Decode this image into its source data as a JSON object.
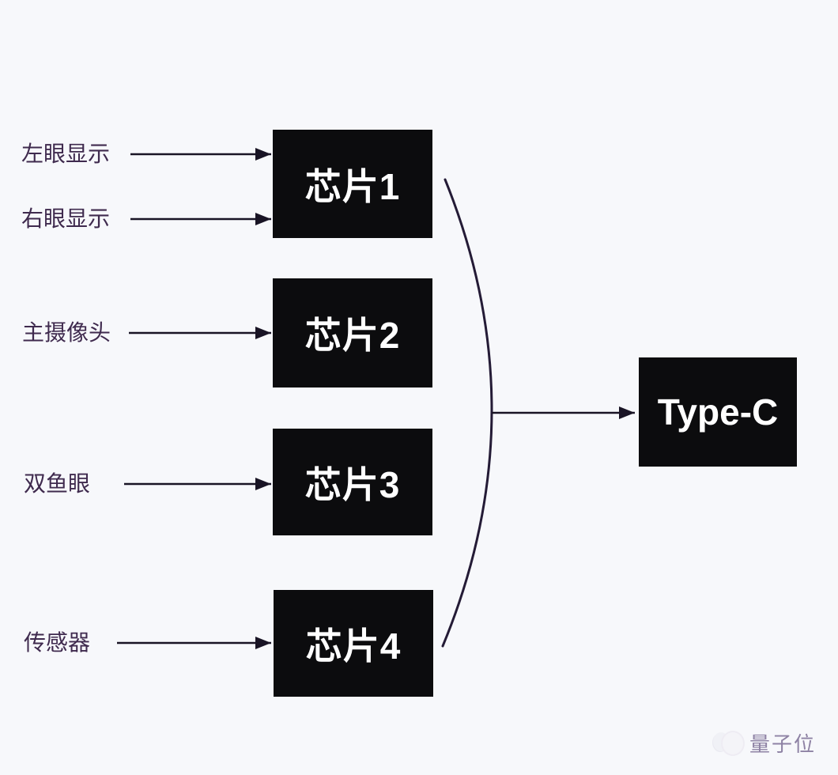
{
  "diagram": {
    "title": "chip-aggregation-block-diagram",
    "inputs": [
      {
        "label": "左眼显示"
      },
      {
        "label": "右眼显示"
      },
      {
        "label": "主摄像头"
      },
      {
        "label": "双鱼眼"
      },
      {
        "label": "传感器"
      }
    ],
    "chips": [
      {
        "label": "芯片1"
      },
      {
        "label": "芯片2"
      },
      {
        "label": "芯片3"
      },
      {
        "label": "芯片4"
      }
    ],
    "output": {
      "label": "Type-C"
    },
    "connections": [
      {
        "from": "左眼显示",
        "to": "芯片1"
      },
      {
        "from": "右眼显示",
        "to": "芯片1"
      },
      {
        "from": "主摄像头",
        "to": "芯片2"
      },
      {
        "from": "双鱼眼",
        "to": "芯片3"
      },
      {
        "from": "传感器",
        "to": "芯片4"
      },
      {
        "from": "芯片1, 芯片2, 芯片3, 芯片4",
        "to": "Type-C"
      }
    ]
  },
  "watermark": {
    "text": "量子位"
  },
  "colors": {
    "background": "#f7f8fb",
    "node_fill": "#0c0c0e",
    "node_text": "#ffffff",
    "input_label_text": "#3f2a4e",
    "arrow_line": "#191425",
    "brace_curve": "#241b36",
    "watermark_text": "#7c6e95"
  }
}
